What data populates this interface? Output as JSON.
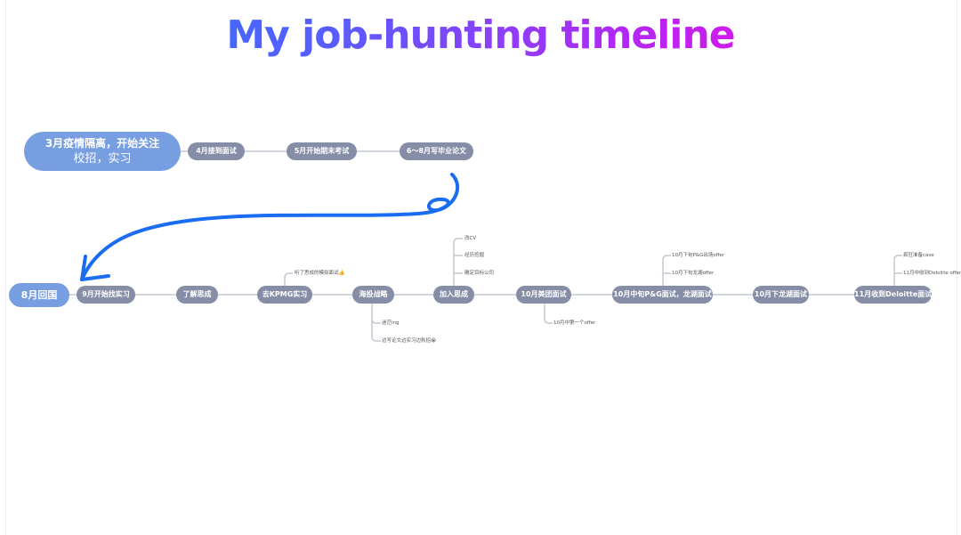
{
  "title": "My job-hunting timeline",
  "top_row": {
    "root": {
      "line1": "3月疫情隔离，开始关注",
      "line2": "校招，实习"
    },
    "nodes": [
      "4月接到面试",
      "5月开始期末考试",
      "6～8月写毕业论文"
    ]
  },
  "bottom_row": {
    "root": "8月回国",
    "nodes": [
      {
        "label": "9月开始找实习",
        "leaves": []
      },
      {
        "label": "了解思成",
        "leaves": []
      },
      {
        "label": "去KPMG实习",
        "leaves": [
          "听了思成的模拟面试👍"
        ]
      },
      {
        "label": "海投战略",
        "leaves": [
          "迷茫ing",
          "边写论文边实习边秋招😭"
        ]
      },
      {
        "label": "加入思成",
        "leaves": [
          "改CV",
          "经历挖掘",
          "确定目标公司"
        ]
      },
      {
        "label": "10月美团面试",
        "leaves": [
          "10月中第一个offer"
        ]
      },
      {
        "label": "10月中旬P&G面试，龙湖面试",
        "leaves": [
          "10月下旬P&G出场offer",
          "10月下旬龙湖offer"
        ]
      },
      {
        "label": "10月下龙湖面试",
        "leaves": []
      },
      {
        "label": "11月收到Deloitte面试",
        "leaves": [
          "疯狂准备case",
          "11月中收到Deloitte offer"
        ]
      }
    ]
  },
  "colors": {
    "node": "#858ea6",
    "root": "#769ee0",
    "arrow": "#1a6cf0",
    "line": "#c4c8d4"
  }
}
